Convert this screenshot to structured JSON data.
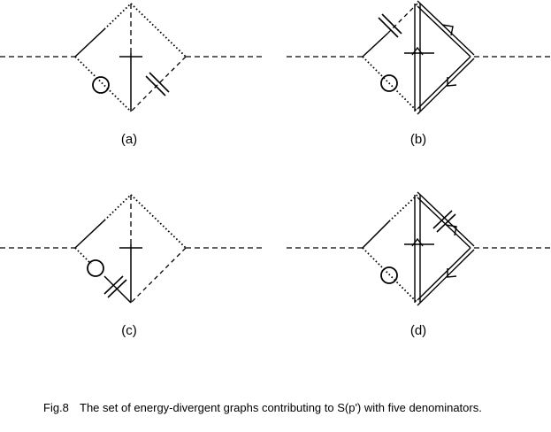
{
  "panels": [
    {
      "label": "(a)"
    },
    {
      "label": "(b)"
    },
    {
      "label": "(c)"
    },
    {
      "label": "(d)"
    }
  ],
  "caption": {
    "number": "Fig.8",
    "text": "The set of energy-divergent graphs contributing to S(p') with five denominators."
  },
  "colors": {
    "ink": "#000000",
    "background": "#ffffff"
  }
}
